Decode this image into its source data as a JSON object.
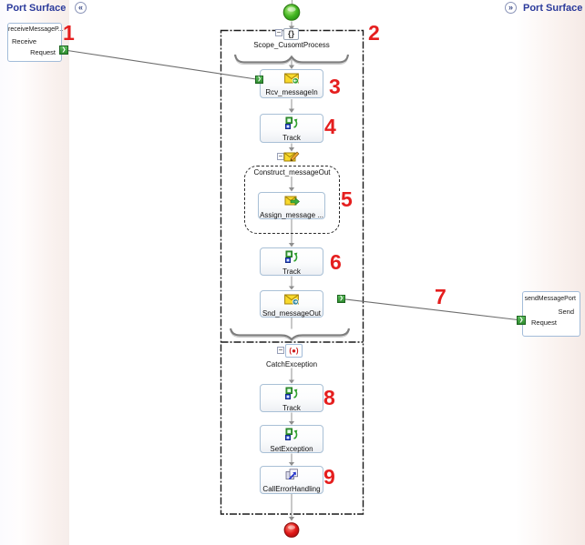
{
  "icons": {
    "collapse_left": "«",
    "collapse_right": "»",
    "scope_glyph": "{}",
    "minus": "−",
    "catch_glyph": "(●)",
    "connector_arrow": "❯"
  },
  "left_panel": {
    "title": "Port Surface",
    "port": {
      "name": "receiveMessageP...",
      "operation": "Receive",
      "message_label": "Request"
    }
  },
  "right_panel": {
    "title": "Port Surface",
    "port": {
      "name": "sendMessagePort",
      "operation": "Send",
      "message_label": "Request"
    }
  },
  "diagram": {
    "scope_label": "Scope_CusomtProcess",
    "shapes": {
      "rcv": {
        "label": "Rcv_messageIn"
      },
      "track_a": {
        "label": "Track"
      },
      "construct": {
        "label": "Construct_messageOut"
      },
      "assign": {
        "label": "Assign_message ..."
      },
      "track_b": {
        "label": "Track"
      },
      "snd": {
        "label": "Snd_messageOut"
      },
      "catch": {
        "label": "CatchException"
      },
      "track_c": {
        "label": "Track"
      },
      "set_exception": {
        "label": "SetException"
      },
      "call_error_handling": {
        "label": "CallErrorHandling"
      }
    }
  },
  "annotations": {
    "n1": "1",
    "n2": "2",
    "n3": "3",
    "n4": "4",
    "n5": "5",
    "n6": "6",
    "n7": "7",
    "n8": "8",
    "n9": "9"
  }
}
